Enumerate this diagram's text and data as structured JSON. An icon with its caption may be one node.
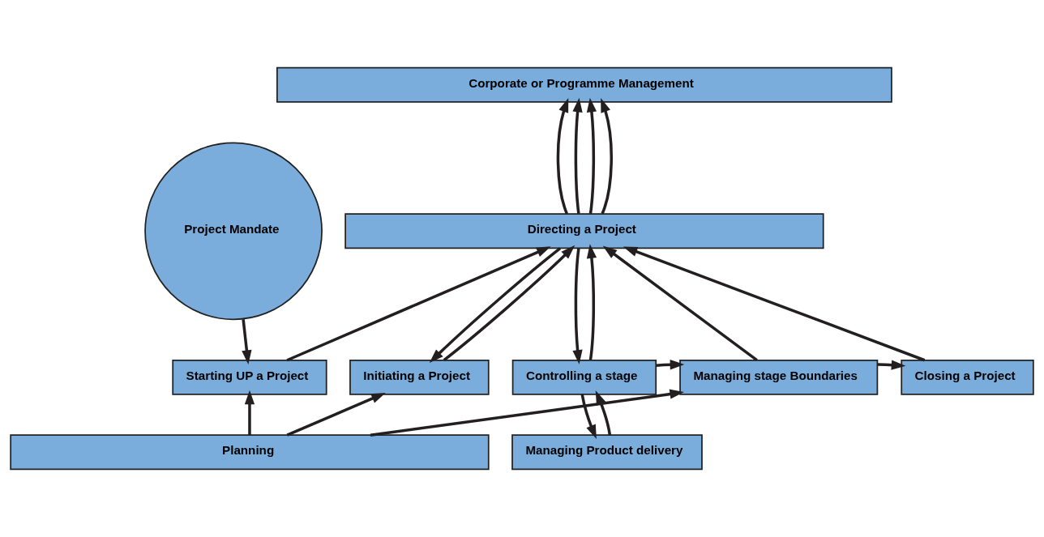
{
  "diagram": {
    "nodes": [
      {
        "text": [
          "Corporate or Programme Management"
        ]
      },
      {
        "text": [
          "Project Mandate"
        ]
      },
      {
        "text": [
          "Directing a Project"
        ]
      },
      {
        "text": [
          "Starting UP a Project"
        ]
      },
      {
        "text": [
          "Initiating a Project"
        ]
      },
      {
        "text": [
          "Controlling a stage"
        ]
      },
      {
        "text": [
          "Managing stage Boundaries"
        ]
      },
      {
        "text": [
          "Closing a Project"
        ]
      },
      {
        "text": [
          "Managing Product delivery"
        ]
      },
      {
        "text": [
          "Planning"
        ]
      }
    ],
    "edges": [
      {
        "from": 2,
        "to": 0,
        "arrow": "to"
      },
      {
        "from": 2,
        "to": 0,
        "arrow": "to"
      },
      {
        "from": 2,
        "to": 0,
        "arrow": "to"
      },
      {
        "from": 2,
        "to": 0,
        "arrow": "to"
      },
      {
        "from": 1,
        "to": 3,
        "arrow": "to"
      },
      {
        "from": 3,
        "to": 2,
        "arrow": "to"
      },
      {
        "from": 2,
        "to": 4,
        "arrow": "to"
      },
      {
        "from": 4,
        "to": 2,
        "arrow": "to"
      },
      {
        "from": 2,
        "to": 5,
        "arrow": "to"
      },
      {
        "from": 5,
        "to": 2,
        "arrow": "to"
      },
      {
        "from": 6,
        "to": 2,
        "arrow": "to"
      },
      {
        "from": 7,
        "to": 2,
        "arrow": "to"
      },
      {
        "from": 5,
        "to": 6,
        "arrow": "to"
      },
      {
        "from": 6,
        "to": 7,
        "arrow": "to"
      },
      {
        "from": 5,
        "to": 8,
        "arrow": "to"
      },
      {
        "from": 8,
        "to": 5,
        "arrow": "to"
      },
      {
        "from": 9,
        "to": 3,
        "arrow": "to"
      },
      {
        "from": 9,
        "to": 4,
        "arrow": "to"
      },
      {
        "from": 9,
        "to": 6,
        "arrow": "to"
      }
    ]
  }
}
